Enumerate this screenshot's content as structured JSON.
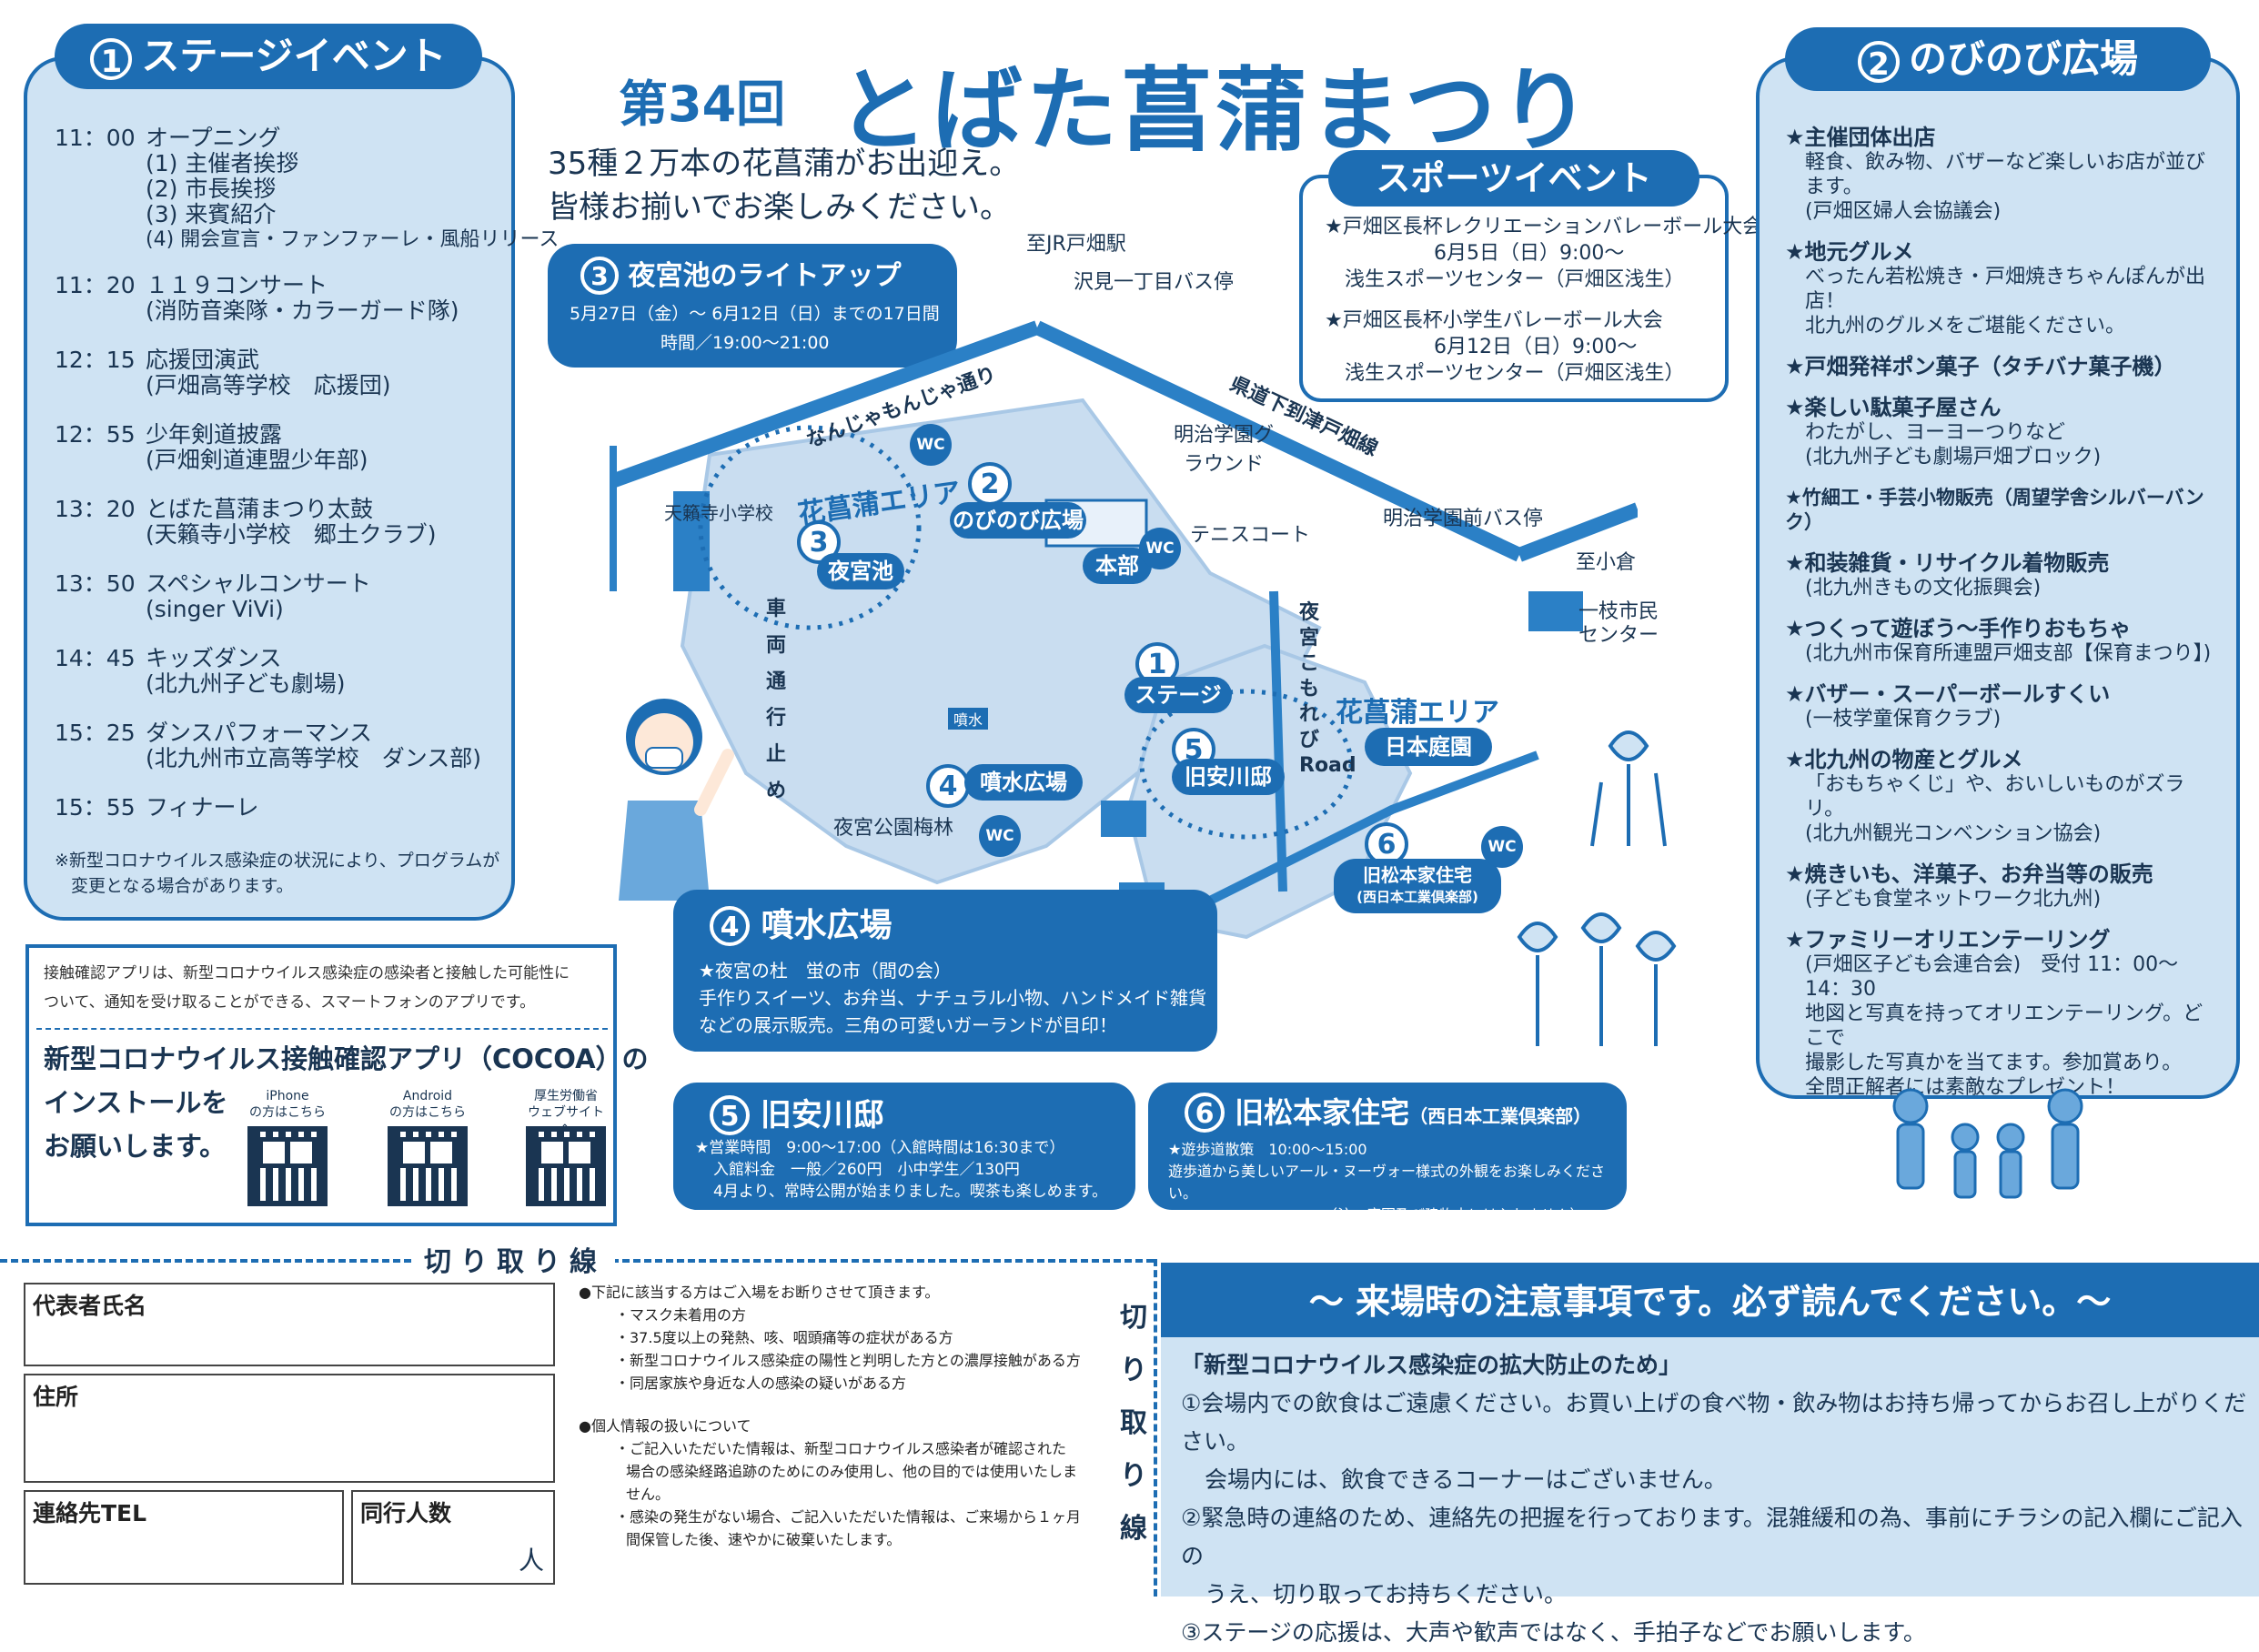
{
  "header": {
    "edition": "第34回",
    "title": "とばた菖蒲まつり",
    "intro_line1": "35種２万本の花菖蒲がお出迎え。",
    "intro_line2": "皆様お揃いでお楽しみください。"
  },
  "stage": {
    "title": "ステージイベント",
    "num": "①",
    "items": [
      {
        "time": "11：00",
        "title": "オープニング",
        "subs": [
          "(1) 主催者挨拶",
          "(2) 市長挨拶",
          "(3) 来賓紹介",
          "(4) 開会宣言・ファンファーレ・風船リリース"
        ]
      },
      {
        "time": "11：20",
        "title": "１１９コンサート",
        "subs": [
          "(消防音楽隊・カラーガード隊)"
        ]
      },
      {
        "time": "12：15",
        "title": "応援団演武",
        "subs": [
          "(戸畑高等学校　応援団)"
        ]
      },
      {
        "time": "12：55",
        "title": "少年剣道披露",
        "subs": [
          "(戸畑剣道連盟少年部)"
        ]
      },
      {
        "time": "13：20",
        "title": "とばた菖蒲まつり太鼓",
        "subs": [
          "(天籟寺小学校　郷土クラブ)"
        ]
      },
      {
        "time": "13：50",
        "title": "スペシャルコンサート",
        "subs": [
          "(singer ViVi)"
        ]
      },
      {
        "time": "14：45",
        "title": "キッズダンス",
        "subs": [
          "(北九州子ども劇場)"
        ]
      },
      {
        "time": "15：25",
        "title": "ダンスパフォーマンス",
        "subs": [
          "(北九州市立高等学校　ダンス部)"
        ]
      },
      {
        "time": "15：55",
        "title": "フィナーレ",
        "subs": []
      }
    ],
    "note1": "※新型コロナウイルス感染症の状況により、プログラムが",
    "note2": "変更となる場合があります。"
  },
  "nobinobi": {
    "num": "②",
    "title": "のびのび広場",
    "items": [
      {
        "h": "★主催団体出店",
        "s": [
          "軽食、飲み物、バザーなど楽しいお店が並びます。",
          "(戸畑区婦人会協議会)"
        ]
      },
      {
        "h": "★地元グルメ",
        "s": [
          "べったん若松焼き・戸畑焼きちゃんぽんが出店！",
          "北九州のグルメをご堪能ください。"
        ]
      },
      {
        "h": "★戸畑発祥ポン菓子（タチバナ菓子機）",
        "s": []
      },
      {
        "h": "★楽しい駄菓子屋さん",
        "s": [
          "わたがし、ヨーヨーつりなど",
          "(北九州子ども劇場戸畑ブロック)"
        ]
      },
      {
        "h": "★竹細工・手芸小物販売（周望学舎シルバーバンク）",
        "s": []
      },
      {
        "h": "★和装雑貨・リサイクル着物販売",
        "s": [
          "(北九州きもの文化振興会)"
        ]
      },
      {
        "h": "★つくって遊ぼう〜手作りおもちゃ",
        "s": [
          "(北九州市保育所連盟戸畑支部【保育まつり】)"
        ]
      },
      {
        "h": "★バザー・スーパーボールすくい",
        "s": [
          "(一枝学童保育クラブ)"
        ]
      },
      {
        "h": "★北九州の物産とグルメ",
        "s": [
          "「おもちゃくじ」や、おいしいものがズラリ。",
          "(北九州観光コンベンション協会)"
        ]
      },
      {
        "h": "★焼きいも、洋菓子、お弁当等の販売",
        "s": [
          "(子ども食堂ネットワーク北九州)"
        ]
      },
      {
        "h": "★ファミリーオリエンテーリング",
        "s": [
          "(戸畑区子ども会連合会)　受付 11：00〜14：30",
          "地図と写真を持ってオリエンテーリング。どこで",
          "撮影した写真かを当てます。参加賞あり。",
          "全問正解者には素敵なプレゼント！"
        ]
      }
    ]
  },
  "sports": {
    "title": "スポーツイベント",
    "e1_title": "★戸畑区長杯レクリエーションバレーボール大会",
    "e1_date": "6月5日（日）9:00〜",
    "e1_place": "浅生スポーツセンター（戸畑区浅生）",
    "e2_title": "★戸畑区長杯小学生バレーボール大会",
    "e2_date": "6月12日（日）9:00〜",
    "e2_place": "浅生スポーツセンター（戸畑区浅生）"
  },
  "lightup": {
    "num": "③",
    "title": "夜宮池のライトアップ",
    "period": "5月27日（金）〜 6月12日（日）までの17日間",
    "time": "時間／19:00〜21:00"
  },
  "map": {
    "to_station": "至JR戸畑駅",
    "bus1": "沢見一丁目バス停",
    "nanjamonja": "なんじゃもんじゃ通り",
    "kendo": "県道下到津戸畑線",
    "meiji_ground": "明治学園グラウンド",
    "tennis": "テニスコート",
    "bus2": "明治学園前バス停",
    "to_kokura": "至小倉",
    "ichieda": "一枝市民センター",
    "tenraiji": "天籟寺小学校",
    "no_cars": "車両通行止め",
    "komorebi": "夜宮こもれびRoad",
    "umebayashi": "夜宮公園梅林",
    "funsui_small": "噴水",
    "area1": "花菖蒲エリア",
    "area2": "花菖蒲エリア",
    "l_nobinobi": "のびのび広場",
    "l_honbu": "本部",
    "l_yomiya": "夜宮池",
    "l_stage": "ステージ",
    "l_yasukawa": "旧安川邸",
    "l_funsui": "噴水広場",
    "l_nihon": "日本庭園",
    "l_matsumoto": "旧松本家住宅",
    "l_matsumoto2": "(西日本工業倶楽部)",
    "wc": "WC",
    "n1": "1",
    "n2": "2",
    "n3": "3",
    "n4": "4",
    "n5": "5",
    "n6": "6"
  },
  "funsui": {
    "num": "④",
    "title": "噴水広場",
    "l1": "★夜宮の杜　蛍の市（間の会）",
    "l2": "手作りスイーツ、お弁当、ナチュラル小物、ハンドメイド雑貨",
    "l3": "などの展示販売。三角の可愛いガーランドが目印！"
  },
  "yasukawa": {
    "num": "⑤",
    "title": "旧安川邸",
    "l1": "★営業時間　9:00〜17:00（入館時間は16:30まで）",
    "l2": "入館料金　一般／260円　小中学生／130円",
    "l3": "4月より、常時公開が始まりました。喫茶も楽しめます。"
  },
  "matsumoto": {
    "num": "⑥",
    "title": "旧松本家住宅",
    "sub": "（西日本工業倶楽部）",
    "l1": "★遊歩道散策　10:00〜15:00",
    "l2": "遊歩道から美しいアール・ヌーヴォー様式の外観をお楽しみください。",
    "l3": "（注：庭園及び建物内には入れません）"
  },
  "cocoa": {
    "desc1": "接触確認アプリは、新型コロナウイルス感染症の感染者と接触した可能性に",
    "desc2": "ついて、通知を受け取ることができる、スマートフォンのアプリです。",
    "main1": "新型コロナウイルス接触確認アプリ（COCOA）の",
    "main2": "インストールを",
    "main3": "お願いします。",
    "qr1_a": "iPhone",
    "qr1_b": "の方はこちら",
    "qr2_a": "Android",
    "qr2_b": "の方はこちら",
    "qr3_a": "厚生労働省",
    "qr3_b": "ウェブサイトへ"
  },
  "cutline": {
    "label": "切り取り線",
    "vertical": "切り取り線"
  },
  "form": {
    "name": "代表者氏名",
    "address": "住所",
    "tel": "連絡先TEL",
    "companions": "同行人数",
    "unit": "人"
  },
  "consent": {
    "h1": "●下記に該当する方はご入場をお断りさせて頂きます。",
    "c1": "・マスク未着用の方",
    "c2": "・37.5度以上の発熱、咳、咽頭痛等の症状がある方",
    "c3": "・新型コロナウイルス感染症の陽性と判明した方との濃厚接触がある方",
    "c4": "・同居家族や身近な人の感染の疑いがある方",
    "h2": "●個人情報の扱いについて",
    "p1": "・ご記入いただいた情報は、新型コロナウイルス感染者が確認された",
    "p2": "場合の感染経路追跡のためにのみ使用し、他の目的では使用いたしま",
    "p3": "せん。",
    "p4": "・感染の発生がない場合、ご記入いただいた情報は、ご来場から１ヶ月",
    "p5": "間保管した後、速やかに破棄いたします。"
  },
  "caution": {
    "title": "〜 来場時の注意事項です。必ず読んでください。〜",
    "sub": "「新型コロナウイルス感染症の拡大防止のため」",
    "i1a": "①会場内での飲食はご遠慮ください。お買い上げの食べ物・飲み物はお持ち帰ってからお召し上がりください。",
    "i1b": "会場内には、飲食できるコーナーはございません。",
    "i2a": "②緊急時の連絡のため、連絡先の把握を行っております。混雑緩和の為、事前にチラシの記入欄にご記入の",
    "i2b": "うえ、切り取ってお持ちください。",
    "i3": "③ステージの応援は、大声や歓声ではなく、手拍子などでお願いします。"
  },
  "colors": {
    "primary": "#1d6db3",
    "panel": "#cfe3f3",
    "text": "#1a3552"
  }
}
